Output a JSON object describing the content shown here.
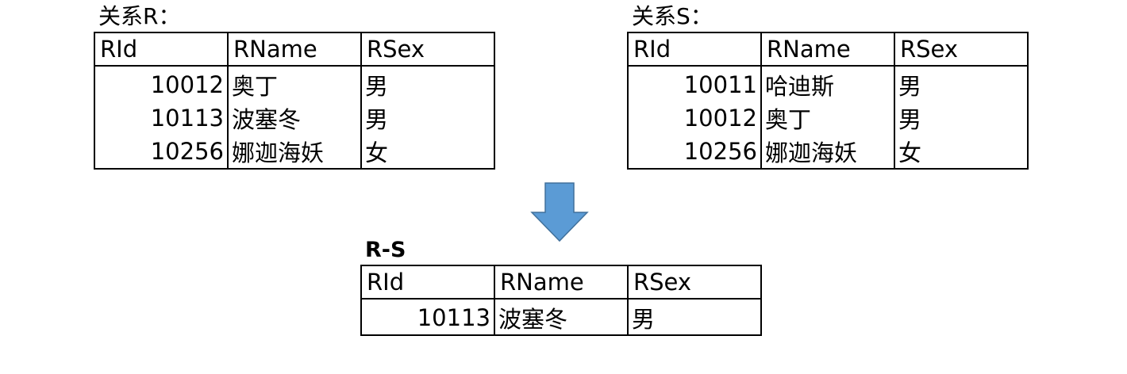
{
  "relation_r": {
    "caption": "关系R：",
    "headers": [
      "RId",
      "RName",
      "RSex"
    ],
    "rows": [
      [
        "10012",
        "奥丁",
        "男"
      ],
      [
        "10113",
        "波塞冬",
        "男"
      ],
      [
        "10256",
        "娜迦海妖",
        "女"
      ]
    ]
  },
  "relation_s": {
    "caption": "关系S：",
    "headers": [
      "RId",
      "RName",
      "RSex"
    ],
    "rows": [
      [
        "10011",
        "哈迪斯",
        "男"
      ],
      [
        "10012",
        "奥丁",
        "男"
      ],
      [
        "10256",
        "娜迦海妖",
        "女"
      ]
    ]
  },
  "result": {
    "caption": "R-S",
    "headers": [
      "RId",
      "RName",
      "RSex"
    ],
    "rows": [
      [
        "10113",
        "波塞冬",
        "男"
      ]
    ]
  },
  "colors": {
    "arrow_fill": "#5b9bd5",
    "arrow_stroke": "#41719c",
    "border": "#000000"
  },
  "icons": {
    "arrow": "down-arrow-icon"
  }
}
